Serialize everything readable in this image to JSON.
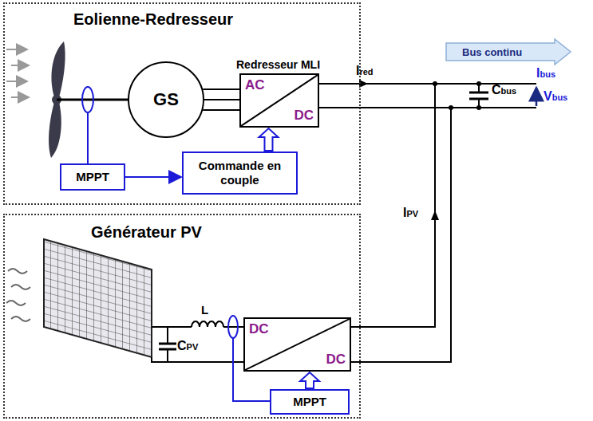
{
  "diagram": {
    "nodes": [
      {
        "text": [
          "Eolienne-Redresseur"
        ]
      },
      {
        "text": [
          "GS"
        ],
        "in": 0
      },
      {
        "text": [
          "Redresseur MLI",
          "AC",
          "DC"
        ],
        "in": 0
      },
      {
        "text": [
          "MPPT"
        ],
        "in": 0
      },
      {
        "text": [
          "Commande en couple"
        ],
        "in": 0
      },
      {
        "text": [
          "Générateur PV"
        ]
      },
      {
        "text": [
          "DC",
          "DC"
        ],
        "in": 5
      },
      {
        "text": [
          "MPPT"
        ],
        "in": 5
      },
      {
        "text": [
          "Bus continu"
        ]
      }
    ],
    "edges": [
      {
        "from": 3,
        "to": 4,
        "arrow": "to"
      },
      {
        "from": 4,
        "to": 2,
        "arrow": "to"
      },
      {
        "from": 1,
        "to": 2,
        "arrow": "none"
      },
      {
        "from": 7,
        "to": 6,
        "arrow": "to"
      }
    ],
    "labels": [
      "Ired",
      "Ibus",
      "Cbus",
      "Vbus",
      "IPV",
      "L",
      "CPV"
    ]
  }
}
